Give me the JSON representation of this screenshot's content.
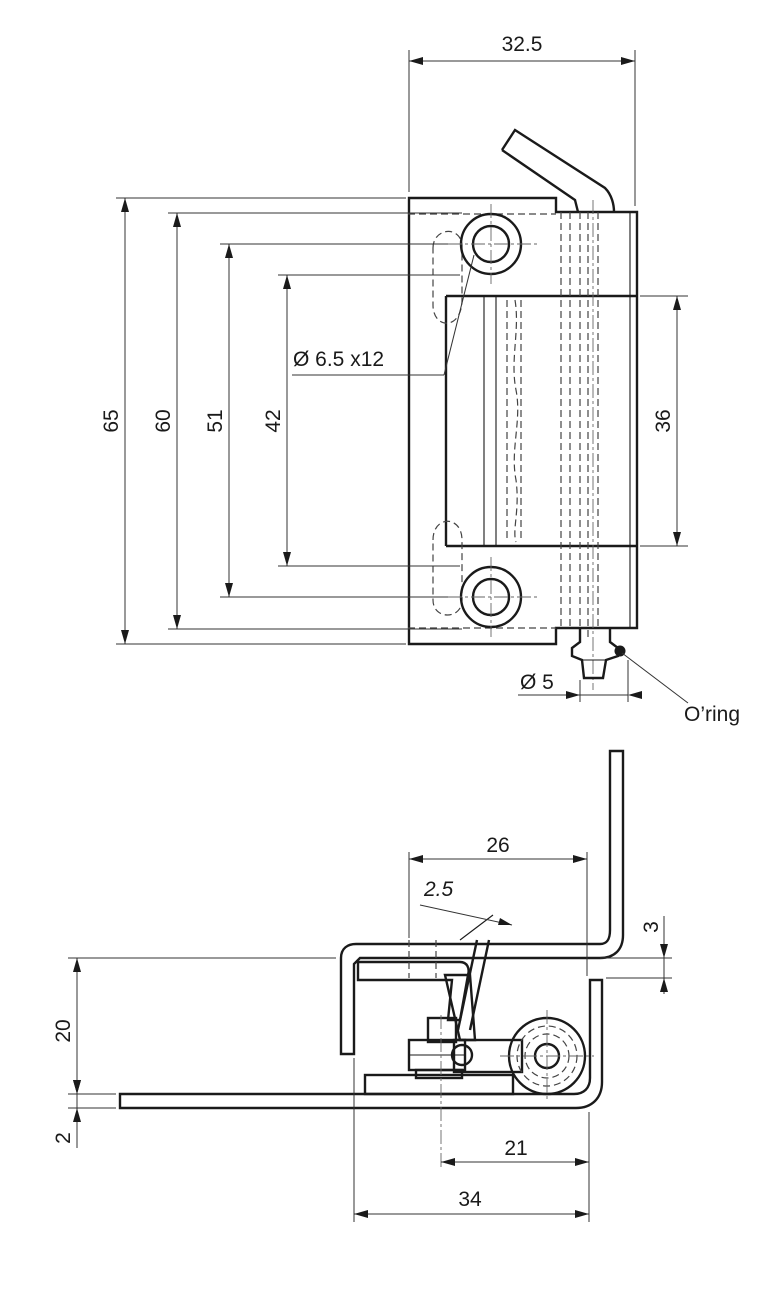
{
  "front_view": {
    "dims": {
      "overall_width": "32.5",
      "height_65": "65",
      "height_60": "60",
      "height_51": "51",
      "height_42": "42",
      "knuckle_36": "36",
      "hole_spec": "Ø 6.5 x12",
      "pin_dia": "Ø 5"
    },
    "oring_label": "O’ring"
  },
  "side_view": {
    "dims": {
      "d26": "26",
      "d25": "2.5",
      "d3": "3",
      "d20": "20",
      "d2": "2",
      "d21": "21",
      "d34": "34"
    }
  }
}
